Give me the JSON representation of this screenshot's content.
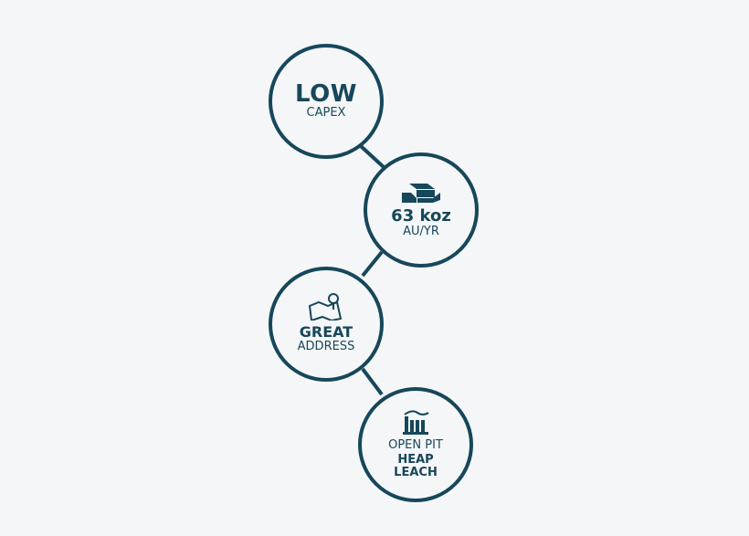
{
  "colors": {
    "stroke": "#17475a",
    "background": "#f5f6f8"
  },
  "nodes": [
    {
      "id": "low-capex",
      "title": "LOW",
      "subtitle": "CAPEX",
      "icon": null
    },
    {
      "id": "production",
      "icon": "gold-bars-icon",
      "title": "63 koz",
      "subtitle": "AU/YR"
    },
    {
      "id": "address",
      "icon": "map-pin-icon",
      "title": "GREAT",
      "subtitle": "ADDRESS"
    },
    {
      "id": "heap-leach",
      "icon": "factory-icon",
      "line1": "OPEN PIT",
      "line2": "HEAP",
      "line3": "LEACH"
    }
  ]
}
